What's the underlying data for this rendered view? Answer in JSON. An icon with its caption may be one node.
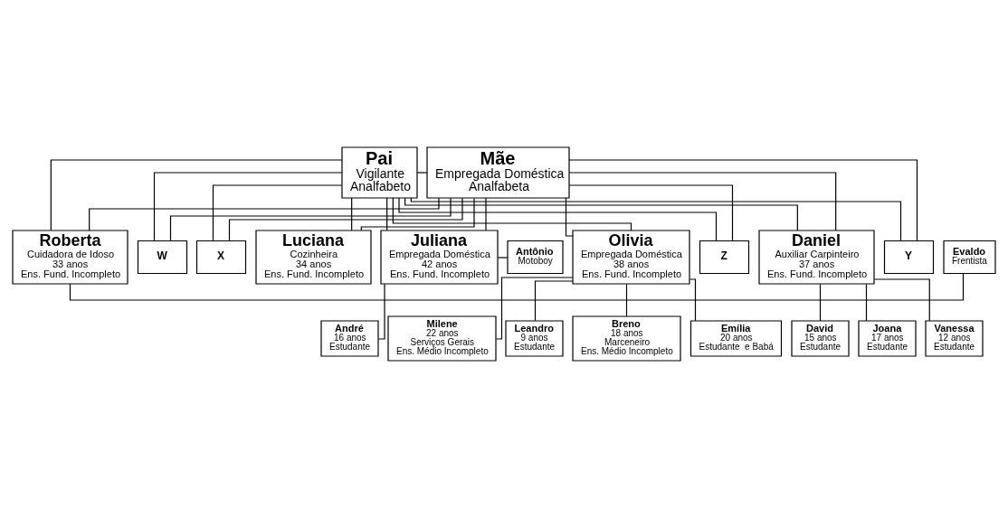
{
  "diagram": {
    "nodes": [
      {
        "text": [
          "Pai",
          "Vigilante",
          "Analfabeto"
        ]
      },
      {
        "text": [
          "Mãe",
          "Empregada Doméstica",
          "Analfabeta"
        ]
      },
      {
        "text": [
          "Daniel",
          "Auxiliar Carpinteiro",
          "37 anos",
          "Ens. Fund. Incompleto"
        ]
      },
      {
        "text": [
          "Luciana",
          "Cozinheira",
          "34 anos",
          "Ens. Fund. Incompleto"
        ]
      },
      {
        "text": [
          "Olivia",
          "Empregada Doméstica",
          "38 anos",
          "Ens. Fund. Incompleto"
        ]
      },
      {
        "text": [
          "Roberta",
          "Cuidadora de Idoso",
          "33 anos",
          "Ens. Fund. Incompleto"
        ]
      },
      {
        "text": [
          "Evaldo",
          "Frentista"
        ]
      },
      {
        "text": [
          "Juliana",
          "Empregada Doméstica",
          "42 anos",
          "Ens. Fund. Incompleto"
        ]
      },
      {
        "text": [
          "Antônio",
          "Motoboy"
        ]
      },
      {
        "text": [
          "W"
        ]
      },
      {
        "text": [
          "X"
        ]
      },
      {
        "text": [
          "Y"
        ]
      },
      {
        "text": [
          "Z"
        ]
      },
      {
        "text": [
          "David",
          "15 anos",
          "Estudante"
        ]
      },
      {
        "text": [
          "Joana",
          "17 anos",
          "Estudante"
        ]
      },
      {
        "text": [
          "Vanessa",
          "12 anos",
          "Estudante"
        ]
      },
      {
        "text": [
          "André",
          "16 anos",
          "Estudante"
        ]
      },
      {
        "text": [
          "Emília",
          "20 anos",
          "Estudante  e Babá"
        ]
      },
      {
        "text": [
          "Milene",
          "22 anos",
          "Serviços Gerais",
          "Ens. Médio Incompleto"
        ]
      },
      {
        "text": [
          "Leandro",
          "9 anos",
          "Estudante"
        ]
      },
      {
        "text": [
          "Breno",
          "18 anos",
          "Marceneiro",
          "Ens. Médio Incompleto"
        ]
      }
    ],
    "edges": [
      {
        "from": 0,
        "to": 1,
        "arrow": "none"
      },
      {
        "from": 0,
        "to": 2,
        "arrow": "none"
      },
      {
        "from": 1,
        "to": 2,
        "arrow": "none"
      },
      {
        "from": 0,
        "to": 3,
        "arrow": "none"
      },
      {
        "from": 1,
        "to": 3,
        "arrow": "none"
      },
      {
        "from": 0,
        "to": 4,
        "arrow": "none"
      },
      {
        "from": 1,
        "to": 4,
        "arrow": "none"
      },
      {
        "from": 0,
        "to": 5,
        "arrow": "none"
      },
      {
        "from": 1,
        "to": 5,
        "arrow": "none"
      },
      {
        "from": 0,
        "to": 7,
        "arrow": "none"
      },
      {
        "from": 1,
        "to": 7,
        "arrow": "none"
      },
      {
        "from": 0,
        "to": 9,
        "arrow": "none"
      },
      {
        "from": 1,
        "to": 9,
        "arrow": "none"
      },
      {
        "from": 0,
        "to": 10,
        "arrow": "none"
      },
      {
        "from": 1,
        "to": 10,
        "arrow": "none"
      },
      {
        "from": 0,
        "to": 11,
        "arrow": "none"
      },
      {
        "from": 1,
        "to": 11,
        "arrow": "none"
      },
      {
        "from": 0,
        "to": 12,
        "arrow": "none"
      },
      {
        "from": 1,
        "to": 12,
        "arrow": "none"
      },
      {
        "from": 5,
        "to": 6,
        "arrow": "none"
      },
      {
        "from": 7,
        "to": 8,
        "arrow": "none"
      },
      {
        "from": 2,
        "to": 13,
        "arrow": "none"
      },
      {
        "from": 2,
        "to": 14,
        "arrow": "none"
      },
      {
        "from": 2,
        "to": 15,
        "arrow": "none"
      },
      {
        "from": 7,
        "to": 16,
        "arrow": "none"
      },
      {
        "from": 4,
        "to": 17,
        "arrow": "none"
      },
      {
        "from": 4,
        "to": 18,
        "arrow": "none"
      },
      {
        "from": 4,
        "to": 19,
        "arrow": "none"
      },
      {
        "from": 4,
        "to": 20,
        "arrow": "none"
      }
    ]
  }
}
